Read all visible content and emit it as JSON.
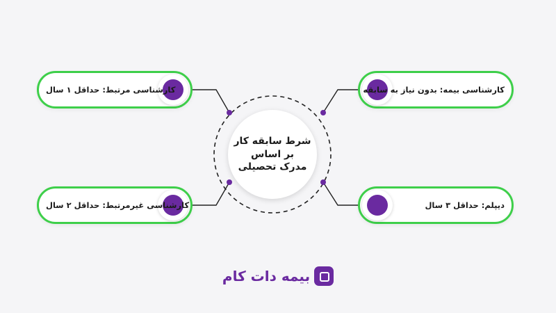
{
  "center": {
    "line1": "شرط سابقه کار",
    "line2": "بر اساس",
    "line3": "مدرک تحصیلی"
  },
  "items": [
    {
      "text": "کارشناسی بیمه: بدون نیاز به سابقه"
    },
    {
      "text": "کارشناسی مرتبط: حداقل ۱ سال"
    },
    {
      "text": "دیپلم: حداقل ۳ سال"
    },
    {
      "text": "کارشناسی غیرمرتبط: حداقل ۲ سال"
    }
  ],
  "logo": {
    "text": "بیمه دات کام"
  },
  "colors": {
    "pill_border": "#3ecf4a",
    "dot": "#6a2aa0",
    "connector": "#222222",
    "brand": "#6a2aa0"
  }
}
